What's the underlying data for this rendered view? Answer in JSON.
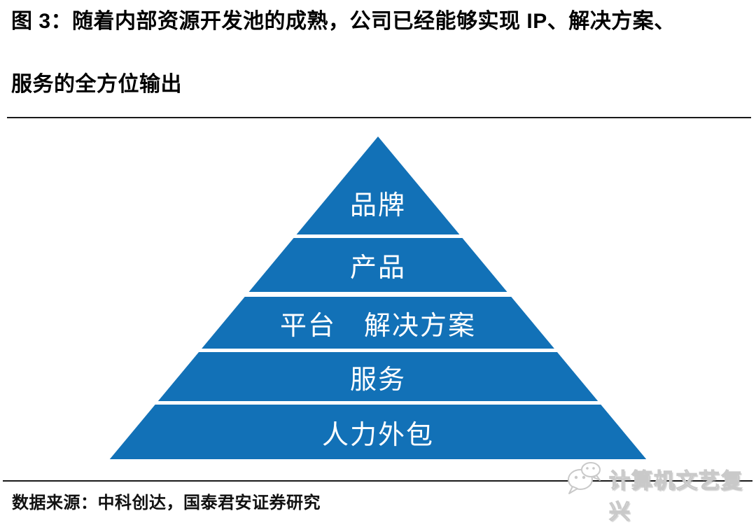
{
  "header": {
    "title_line1": "图 3：随着内部资源开发池的成熟，公司已经能够实现 IP、解决方案、",
    "title_line2": "服务的全方位输出"
  },
  "pyramid": {
    "levels": [
      {
        "label": "品牌"
      },
      {
        "label": "产品"
      },
      {
        "label": "平台　解决方案"
      },
      {
        "label": "服务"
      },
      {
        "label": "人力外包"
      }
    ]
  },
  "watermark": {
    "icon": "wechat-icon",
    "text": "计算机文艺复兴"
  },
  "footer": {
    "source_note": "数据来源：中科创达，国泰君安证券研究"
  },
  "colors": {
    "pyramid_blue": "#1271B7",
    "level_label_text": "#FFFFFF",
    "title_text": "#000000",
    "divider_black": "#1A1A1A",
    "watermark_gray": "#C9C9C9"
  }
}
